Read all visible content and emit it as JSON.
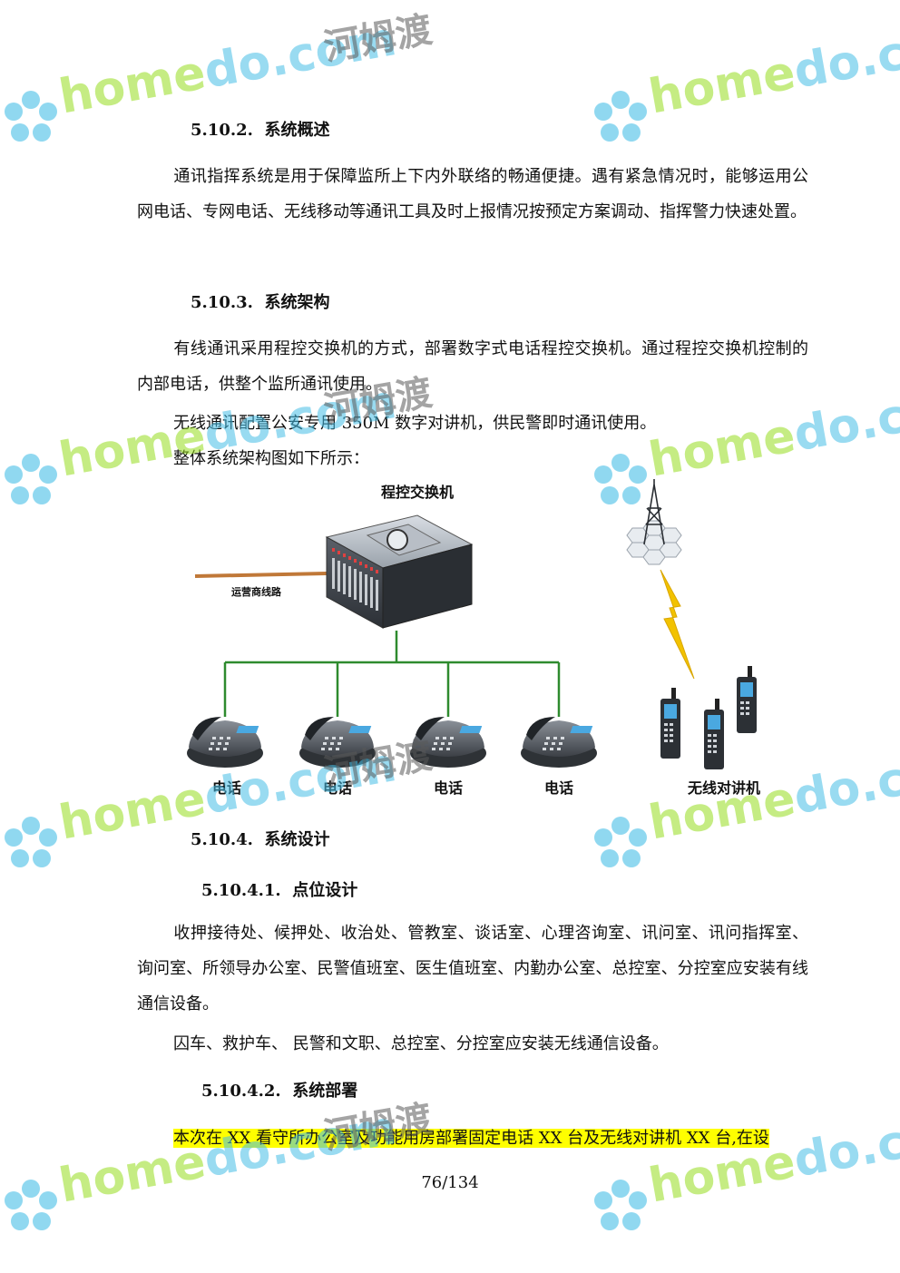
{
  "sections": {
    "s5_10_2": {
      "number": "5.10.2.",
      "title": "系统概述"
    },
    "s5_10_3": {
      "number": "5.10.3.",
      "title": "系统架构"
    },
    "s5_10_4": {
      "number": "5.10.4.",
      "title": "系统设计"
    },
    "s5_10_4_1": {
      "number": "5.10.4.1.",
      "title": "点位设计"
    },
    "s5_10_4_2": {
      "number": "5.10.4.2.",
      "title": "系统部署"
    }
  },
  "paragraphs": {
    "overview": "通讯指挥系统是用于保障监所上下内外联络的畅通便捷。遇有紧急情况时，能够运用公网电话、专网电话、无线移动等通讯工具及时上报情况按预定方案调动、指挥警力快速处置。",
    "wired": "有线通讯采用程控交换机的方式，部署数字式电话程控交换机。通过程控交换机控制的内部电话，供整个监所通讯使用。",
    "wireless": "无线通讯配置公安专用 350M 数字对讲机，供民警即时通讯使用。",
    "figure_intro": "整体系统架构图如下所示：",
    "points_wired": "收押接待处、候押处、收治处、管教室、谈话室、心理咨询室、讯问室、讯问指挥室、询问室、所领导办公室、民警值班室、医生值班室、内勤办公室、总控室、分控室应安装有线通信设备。",
    "points_wireless": "囚车、救护车、 民警和文职、总控室、分控室应安装无线通信设备。",
    "deploy": "本次在 XX 看守所办公室及功能用房部署固定电话 XX 台及无线对讲机 XX 台,在设"
  },
  "diagram": {
    "switch_label": "程控交换机",
    "carrier_label": "运营商线路",
    "phone_labels": [
      "电话",
      "电话",
      "电话",
      "电话"
    ],
    "radio_label": "无线对讲机",
    "colors": {
      "carrier_line": "#c07838",
      "network_line": "#2e8b2e",
      "lightning": "#f2c200"
    }
  },
  "watermark": {
    "brand_home": "home",
    "brand_do": "do",
    "brand_com": ".com",
    "brand_cn": "河姆渡"
  },
  "footer": {
    "page": "76/134"
  }
}
